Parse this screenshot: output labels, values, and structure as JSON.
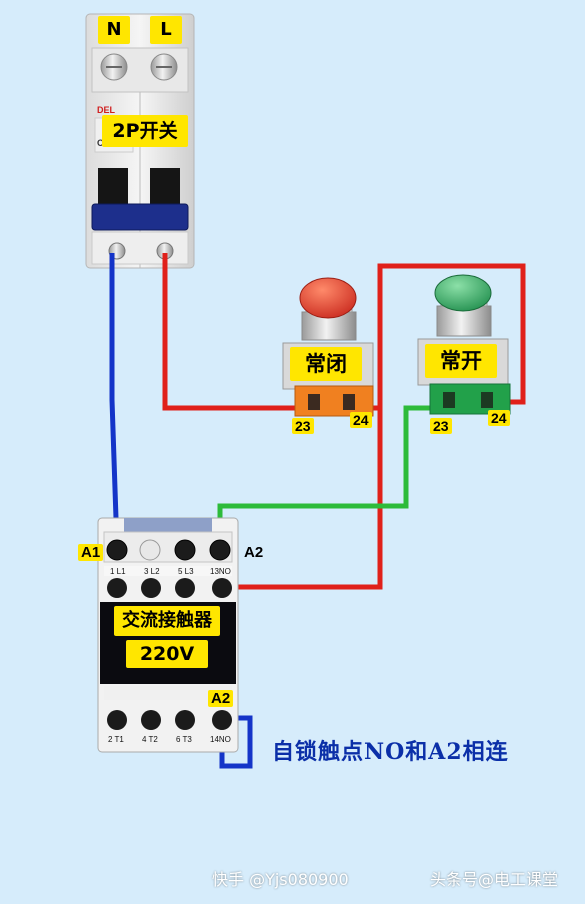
{
  "breaker": {
    "n_label": "N",
    "l_label": "L",
    "title": "2P开关",
    "brand": "DEL",
    "model": "C63"
  },
  "buttons": {
    "nc": {
      "label": "常闭",
      "term_left": "23",
      "term_right": "24",
      "cap_color": "#d9382b",
      "body_color": "#f08020"
    },
    "no": {
      "label": "常开",
      "term_left": "23",
      "term_right": "24",
      "cap_color": "#2e9e58",
      "body_color": "#22a14a"
    }
  },
  "contactor": {
    "a1": "A1",
    "a2": "A2",
    "a2_bottom": "A2",
    "title": "交流接触器",
    "voltage": "220V",
    "top_terminals": [
      "1 L1",
      "3 L2",
      "5 L3",
      "13NO"
    ],
    "bottom_terminals": [
      "2 T1",
      "4 T2",
      "6 T3",
      "14NO"
    ]
  },
  "note": "自锁触点NO和A2相连",
  "watermark": {
    "left": "快手 @Yjs080900",
    "right": "头条号@电工课堂"
  },
  "colors": {
    "wire_blue": "#1434c8",
    "wire_red": "#e0201a",
    "wire_green": "#2dbb3a",
    "background": "#d6ecfb",
    "label_yellow": "#ffe600"
  }
}
